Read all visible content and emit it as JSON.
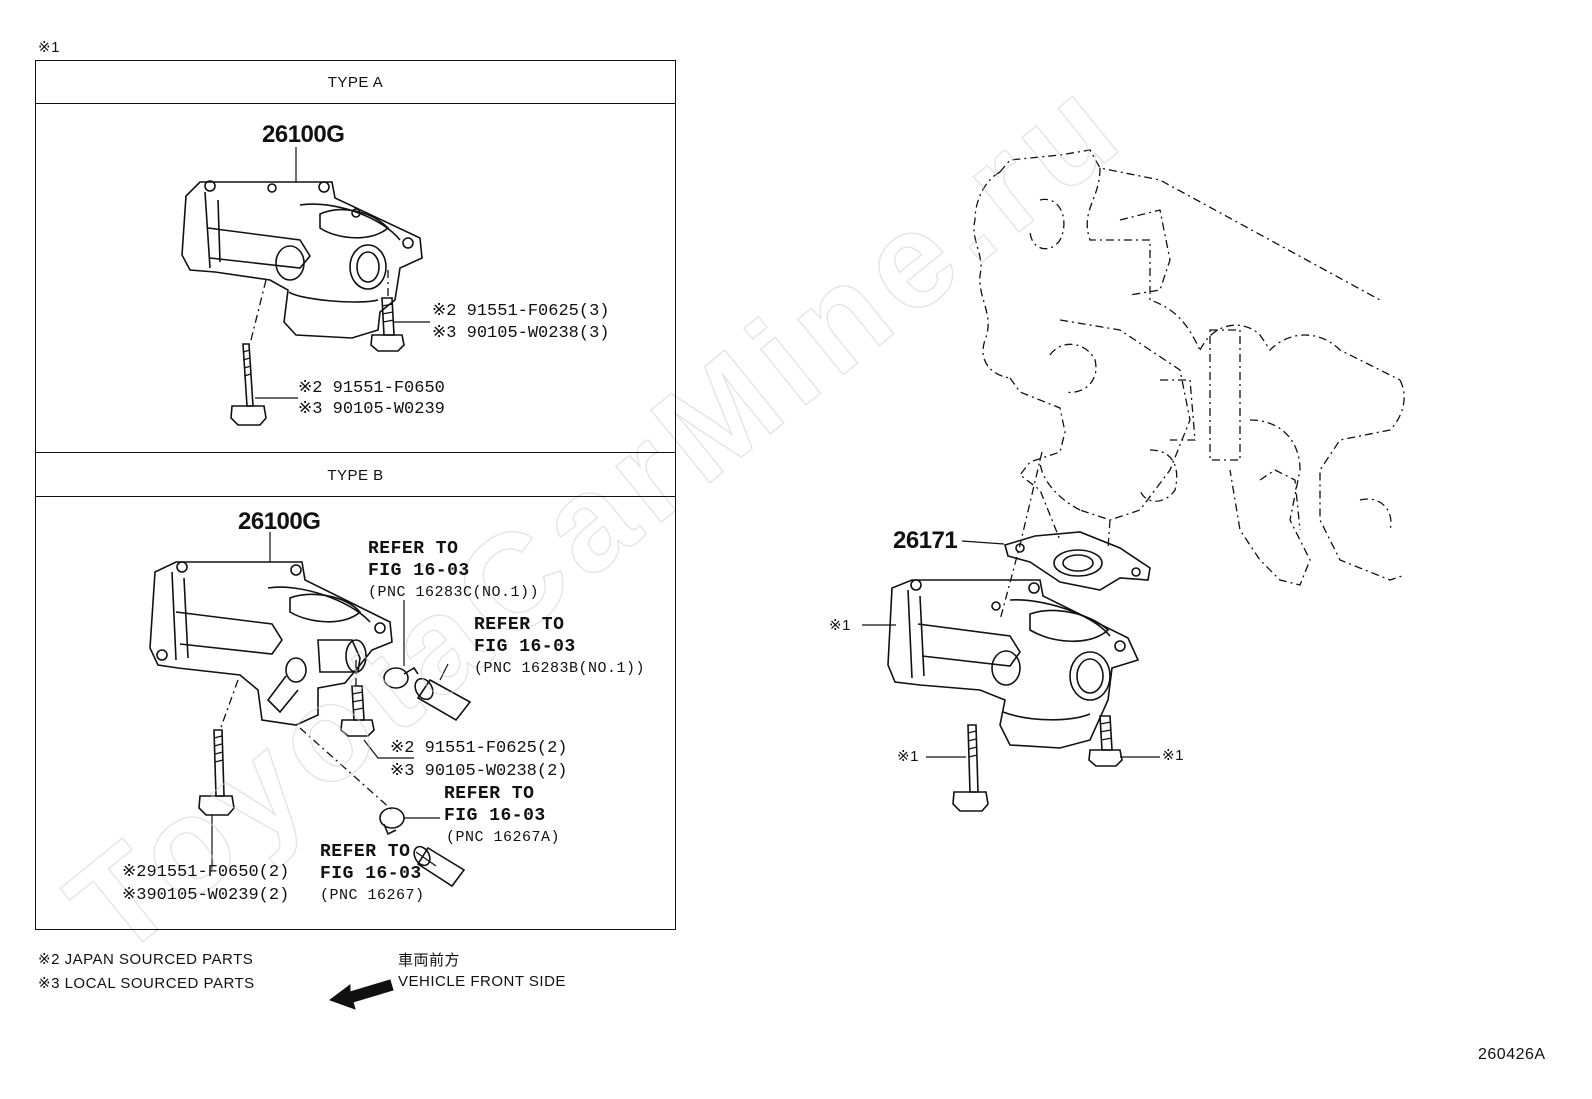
{
  "header_mark": "※1",
  "type_a": {
    "title": "TYPE A",
    "part_main": "26100G",
    "bolt_short": [
      "※2 91551-F0625(3)",
      "※3 90105-W0238(3)"
    ],
    "bolt_long": [
      "※2 91551-F0650",
      "※3 90105-W0239"
    ]
  },
  "type_b": {
    "title": "TYPE B",
    "part_main": "26100G",
    "ref_clamp": [
      "REFER TO",
      "FIG 16-03",
      "(PNC 16283C(NO.1))"
    ],
    "ref_hose": [
      "REFER TO",
      "FIG 16-03",
      "(PNC 16283B(NO.1))"
    ],
    "bolt_short": [
      "※2 91551-F0625(2)",
      "※3 90105-W0238(2)"
    ],
    "ref_clamp2": [
      "REFER TO",
      "FIG 16-03",
      "(PNC 16267A)"
    ],
    "ref_hose2": [
      "REFER TO",
      "FIG 16-03",
      "(PNC 16267)"
    ],
    "bolt_long": [
      "※291551-F0650(2)",
      "※390105-W0239(2)"
    ]
  },
  "legend": {
    "japan": "※2 JAPAN SOURCED PARTS",
    "local": "※3 LOCAL SOURCED PARTS",
    "front_jp": "車両前方",
    "front_en": "VEHICLE FRONT SIDE"
  },
  "engine": {
    "gasket": "26171",
    "assembly_mark": "※1",
    "bolt_left_mark": "※1",
    "bolt_right_mark": "※1"
  },
  "watermark": "ToyotaCarMine.ru",
  "figure_id": "260426A"
}
